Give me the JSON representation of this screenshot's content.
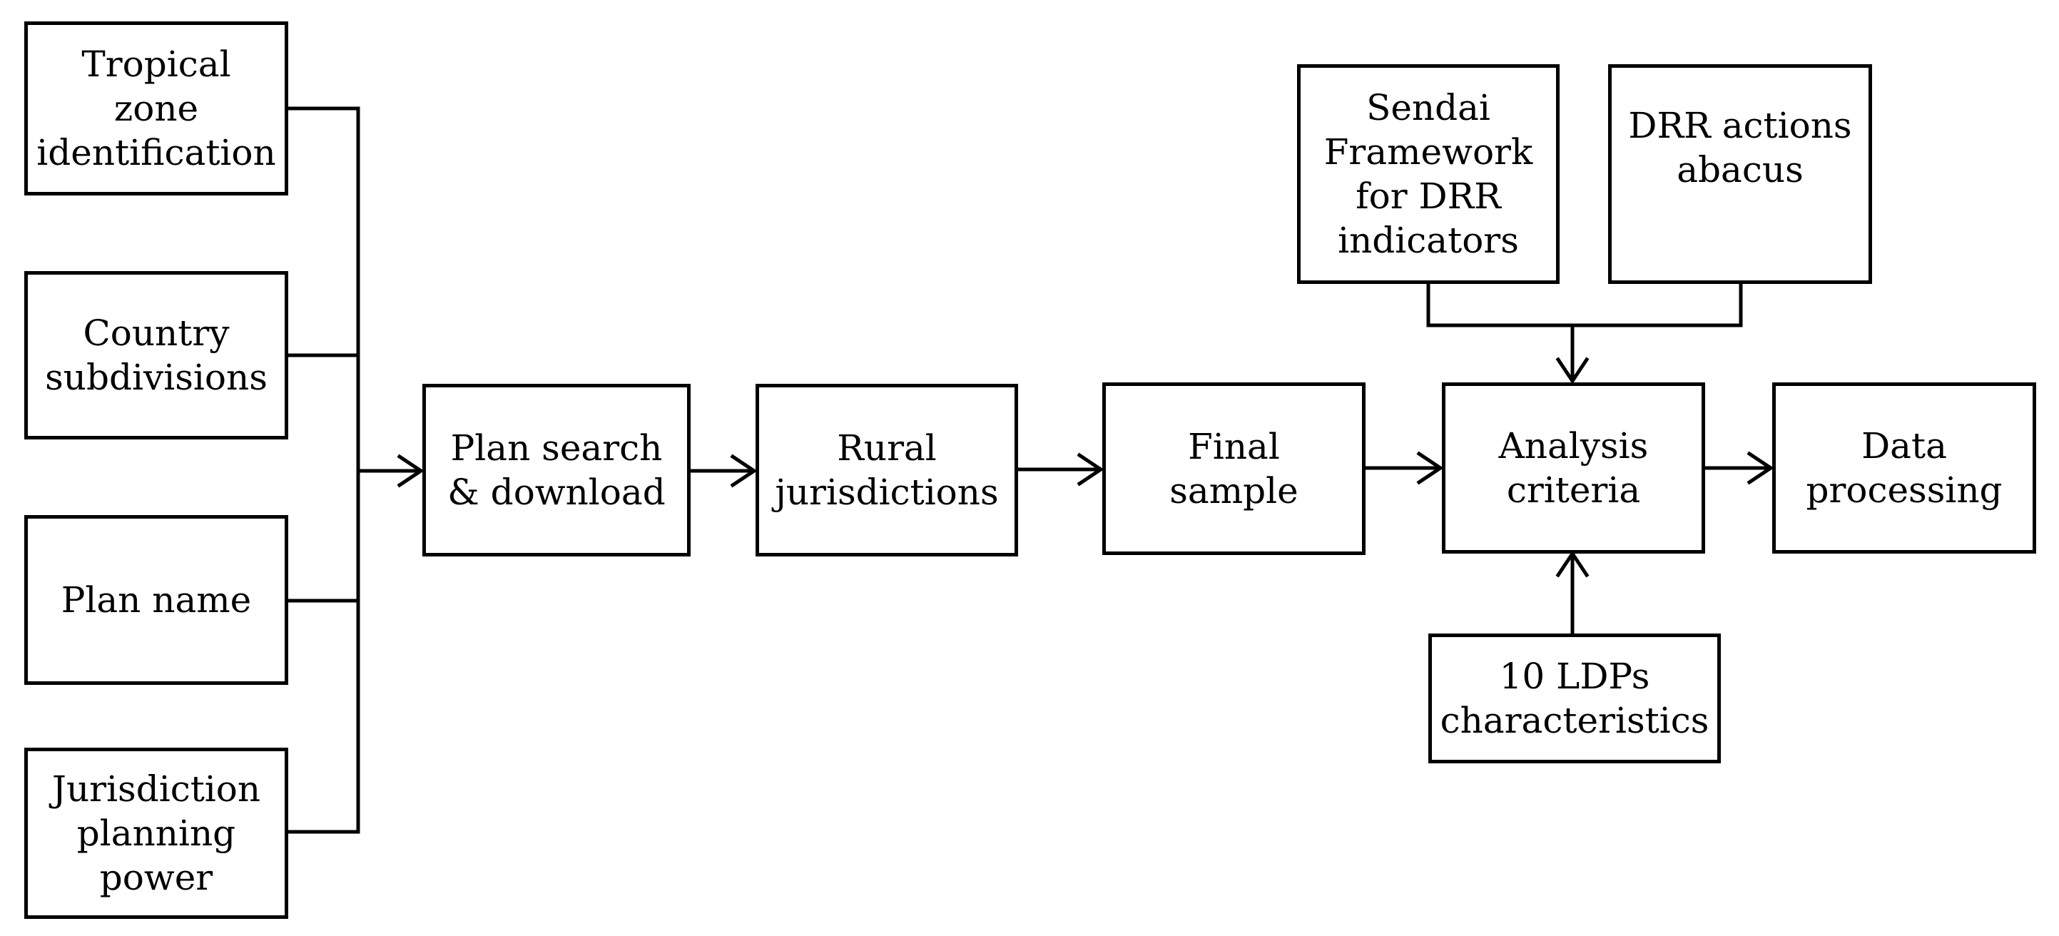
{
  "diagram": {
    "boxes": {
      "tropical_zone": "Tropical\nzone\nidentification",
      "country_subdivisions": "Country\nsubdivisions",
      "plan_name": "Plan name",
      "jurisdiction_power": "Jurisdiction\nplanning\npower",
      "plan_search": "Plan search\n& download",
      "rural_jurisdictions": "Rural\njurisdictions",
      "final_sample": "Final\nsample",
      "analysis_criteria": "Analysis\ncriteria",
      "data_processing": "Data\nprocessing",
      "sendai": "Sendai\nFramework\nfor DRR\nindicators",
      "drr_actions": "DRR actions\nabacus",
      "ldps": "10 LDPs\ncharacteristics"
    },
    "colors": {
      "stroke": "#000000",
      "background": "#ffffff"
    }
  }
}
